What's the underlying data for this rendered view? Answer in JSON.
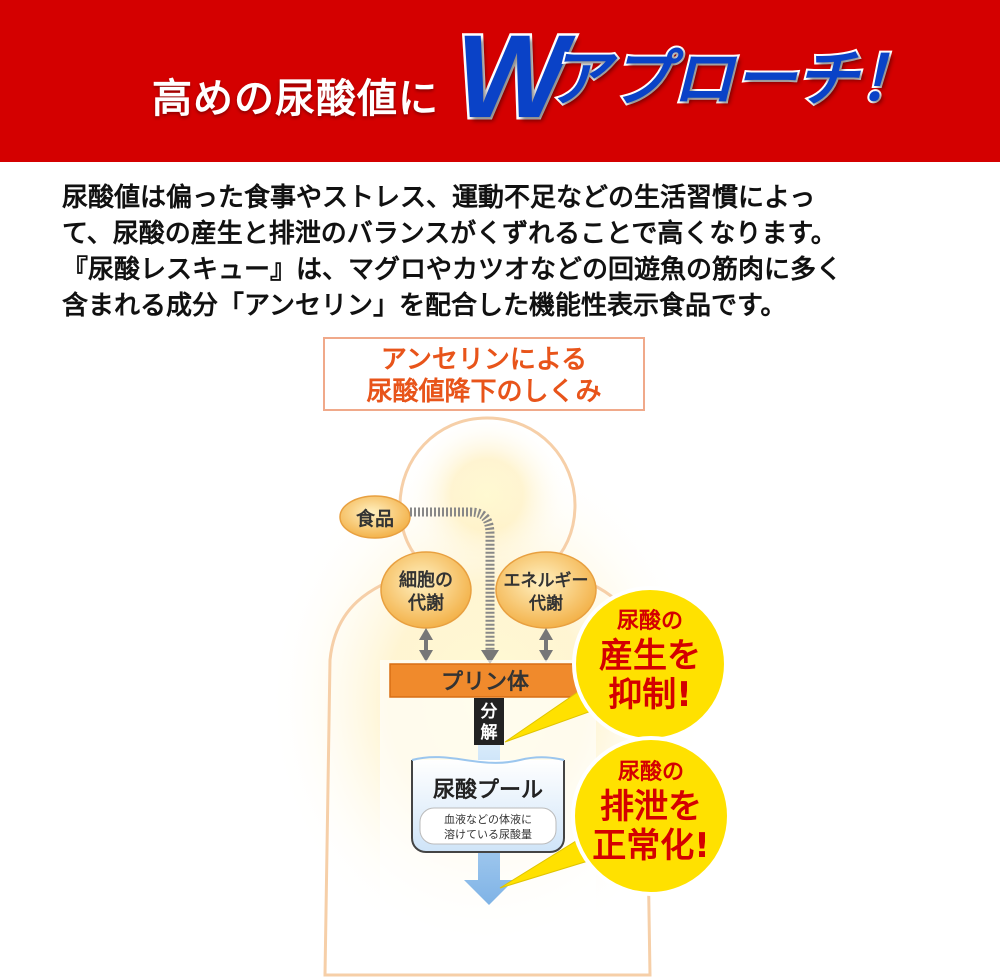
{
  "banner": {
    "headline": "高めの尿酸値に",
    "w_letter": "W",
    "approach": "アプローチ！",
    "bg_color": "#d40000",
    "accent_color": "#0a42c7"
  },
  "intro": {
    "lines": [
      "尿酸値は偏った食事やストレス、運動不足などの生活習慣によっ",
      "て、尿酸の産生と排泄のバランスがくずれることで高くなります。",
      "『尿酸レスキュー』は、マグロやカツオなどの回遊魚の筋肉に多く",
      "含まれる成分「アンセリン」を配合した機能性表示食品です。"
    ]
  },
  "diagram": {
    "title_line1": "アンセリンによる",
    "title_line2": "尿酸値降下のしくみ",
    "food_label": "食品",
    "cell_metabolism": [
      "細胞の",
      "代謝"
    ],
    "energy_metabolism": [
      "エネルギー",
      "代謝"
    ],
    "purine_label": "プリン体",
    "decompose_label": [
      "分",
      "解"
    ],
    "pool_label": "尿酸プール",
    "pool_note": [
      "血液などの体液に",
      "溶けている尿酸量"
    ],
    "callout_1": [
      "尿酸の",
      "産生を",
      "抑制!"
    ],
    "callout_2": [
      "尿酸の",
      "排泄を",
      "正常化!"
    ],
    "title_color": "#e8541a",
    "callout_accent": "#d40000",
    "callout_fill": "#ffe100",
    "purine_fill": "#f08a2c"
  }
}
